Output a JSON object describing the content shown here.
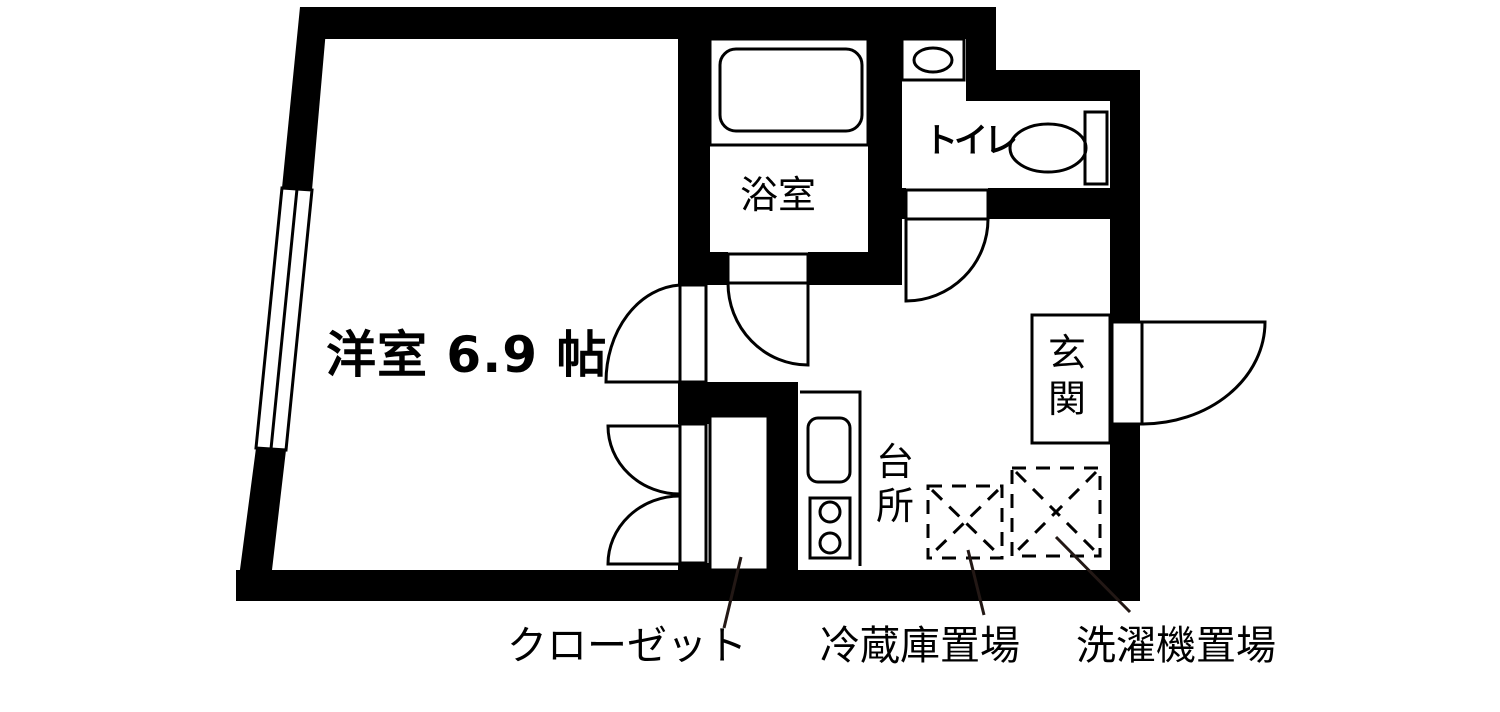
{
  "floor_plan": {
    "rooms": {
      "western_room": {
        "label": "洋室 6.9 帖",
        "type": "洋室",
        "size_jo": "6.9"
      },
      "bathroom": {
        "label": "浴室"
      },
      "toilet": {
        "label": "トイレ"
      },
      "kitchen": {
        "label": "台所"
      },
      "entrance": {
        "label": "玄関"
      }
    },
    "callouts": [
      {
        "label": "クローゼット",
        "target": "closet"
      },
      {
        "label": "冷蔵庫置場",
        "target": "refrigerator-space"
      },
      {
        "label": "洗濯機置場",
        "target": "washing-machine-space"
      }
    ],
    "fixtures": [
      "bathtub",
      "toilet-bowl",
      "wash-basin",
      "sink",
      "two-burner-stove",
      "window"
    ],
    "colors": {
      "wall": "#000000",
      "background": "#ffffff",
      "leader_line": "#231815"
    }
  }
}
